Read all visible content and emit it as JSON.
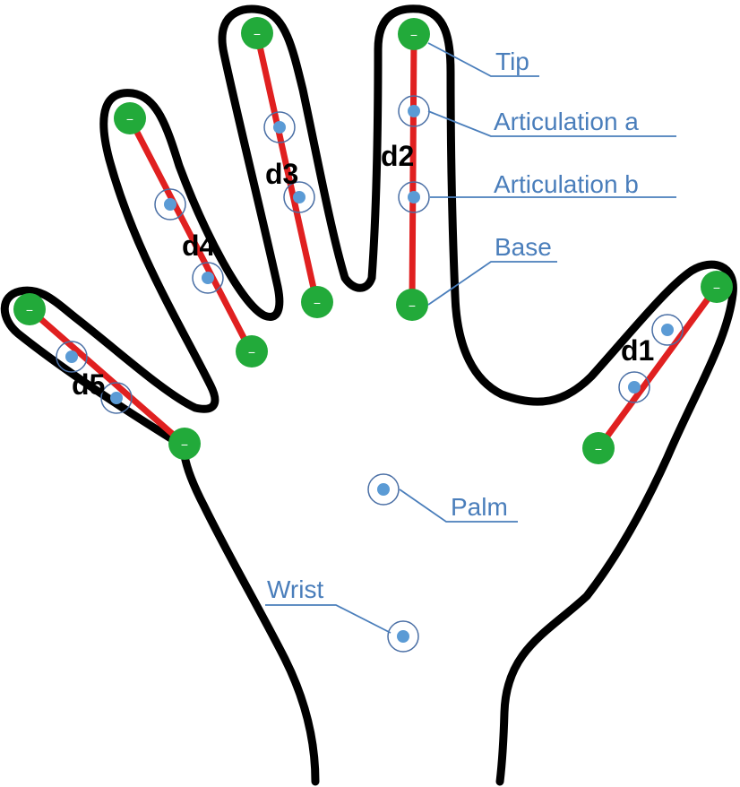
{
  "labels": {
    "tip": "Tip",
    "articulation_a": "Articulation a",
    "articulation_b": "Articulation b",
    "base": "Base",
    "palm": "Palm",
    "wrist": "Wrist"
  },
  "digits": {
    "d1": "d1",
    "d2": "d2",
    "d3": "d3",
    "d4": "d4",
    "d5": "d5"
  },
  "marker_symbol": "−",
  "colors": {
    "outline": "#000000",
    "bone_line": "#e02020",
    "joint_endpoint": "#22aa3a",
    "joint_inner": "#5b9bd5",
    "label_text": "#4a7ebb"
  }
}
